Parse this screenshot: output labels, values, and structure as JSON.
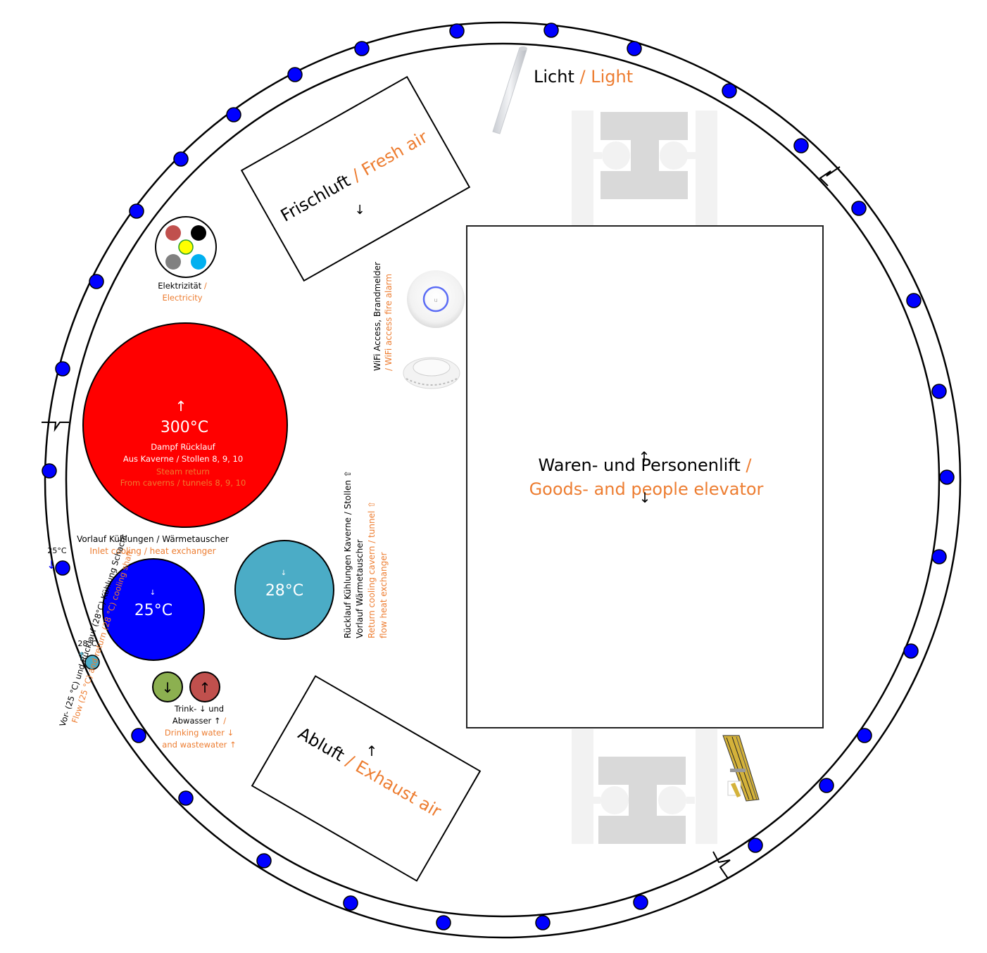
{
  "colors": {
    "orange": "#ED7D31",
    "dot_blue": "#0000FF",
    "steam_red": "#FF0000",
    "inlet_blue": "#0000FF",
    "return_teal": "#4BACC6",
    "drinking_green": "#8CB050",
    "waste_red": "#C0504D",
    "elevator_grey": "#D9D9D9",
    "rail_grey": "#F2F2F2"
  },
  "light": {
    "de": "Licht",
    "sep": " / ",
    "en": "Light"
  },
  "fresh_air": {
    "de": "Frischluft",
    "sep": " / ",
    "en": "Fresh air",
    "arrow": "↓"
  },
  "exhaust_air": {
    "de": "Abluft",
    "sep": " / ",
    "en": "Exhaust air",
    "arrow": "↑"
  },
  "electricity": {
    "de": "Elektrizität",
    "sep": " /",
    "en": "Electricity",
    "wires": [
      "#C0504D",
      "#000000",
      "#FFFF00",
      "#808080",
      "#00B0F0"
    ]
  },
  "wifi": {
    "de": "WiFi Access, Brandmelder",
    "en": "/ WiFi access fire alarm"
  },
  "elevator": {
    "de": "Waren- und Personenlift",
    "sep": " /",
    "en": "Goods- and people elevator",
    "arrow_up": "↑",
    "arrow_down": "↓"
  },
  "steam": {
    "arrow": "↑",
    "temp": "300°C",
    "de_line1": "Dampf Rücklauf",
    "de_line2": "Aus Kaverne / Stollen 8, 9, 10",
    "en_line1": "Steam return",
    "en_line2": "From caverns / tunnels 8, 9, 10"
  },
  "inlet_cooling": {
    "de": "Vorlauf Kühlungen / Wärmetauscher",
    "en": "Inlet cooling / heat exchanger",
    "temp": "25°C",
    "arrow": "↓"
  },
  "return_cooling": {
    "temp": "28°C",
    "arrow": "↓",
    "de_line1": "Rücklauf Kühlungen Kaverne / Stollen ⇧",
    "de_line2": "Vorlauf Wärmetauscher",
    "en_line1": "Return cooling cavern / tunnel ⇧",
    "en_line2": "flow heat exchanger"
  },
  "shaft_cooling": {
    "flow_temp": "25°C",
    "return_temp": "28°C",
    "de": "Vor- (25 °C) und Rücklauf (28°C) Kühlung Schacht",
    "en_a": "Flow (25 °C) and ",
    "en_b": "return (28 °C)",
    "en_c": " cooling shaft"
  },
  "water": {
    "de_line1": "Trink- ↓  und",
    "de_line2": "Abwasser ↑ ",
    "de_sep": "/",
    "en_line1": "Drinking water ↓",
    "en_line2": "and wastewater ↑",
    "drinking_arrow": "↓",
    "waste_arrow": "↑"
  }
}
